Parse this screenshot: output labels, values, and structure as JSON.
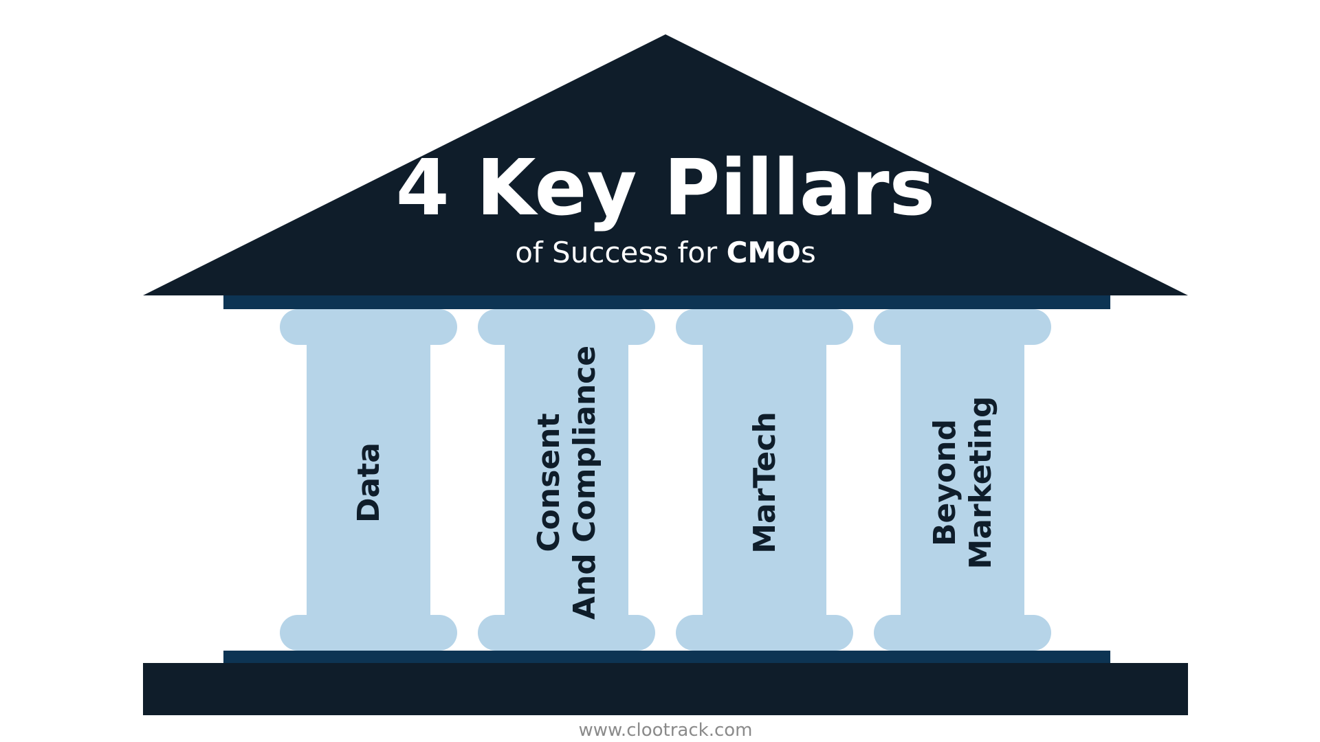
{
  "header": {
    "title": "4 Key Pillars",
    "subtitle_prefix": "of Success for ",
    "subtitle_strong": "CMO",
    "subtitle_suffix": "s"
  },
  "pillars": [
    {
      "lines": [
        "Data"
      ]
    },
    {
      "lines": [
        "Consent",
        "And Compliance"
      ]
    },
    {
      "lines": [
        "MarTech"
      ]
    },
    {
      "lines": [
        "Beyond",
        "Marketing"
      ]
    }
  ],
  "footer": {
    "url": "www.clootrack.com"
  },
  "colors": {
    "roof": "#0f1d2a",
    "beam": "#0d3453",
    "pillar": "#b6d4e8",
    "base": "#0f1d2a",
    "label": "#0f1d2a",
    "footer_text": "#8a8a8a"
  }
}
